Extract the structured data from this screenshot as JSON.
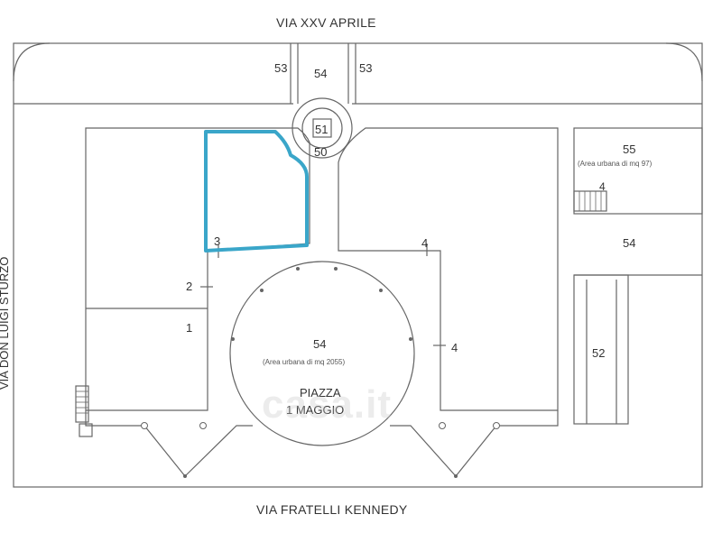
{
  "streets": {
    "north": "VIA XXV APRILE",
    "south": "VIA FRATELLI KENNEDY",
    "west": "VIA DON LUIGI STURZO"
  },
  "parcels": {
    "p53_left": "53",
    "p53_right": "53",
    "p54_top": "54",
    "p51": "51",
    "p50": "50",
    "p55": "55",
    "p55_area": "(Area urbana di mq 97)",
    "p4_right": "4",
    "p54_right": "54",
    "p52": "52",
    "p3": "3",
    "p2": "2",
    "p1": "1",
    "p4_center": "4",
    "p4_mid": "4",
    "p54_piazza": "54",
    "p54_piazza_area": "(Area urbana di mq 2055)",
    "piazza_line1": "PIAZZA",
    "piazza_line2": "1 MAGGIO"
  },
  "watermark": "casa.it",
  "colors": {
    "highlight": "#3aa6c9",
    "line": "#555555"
  }
}
